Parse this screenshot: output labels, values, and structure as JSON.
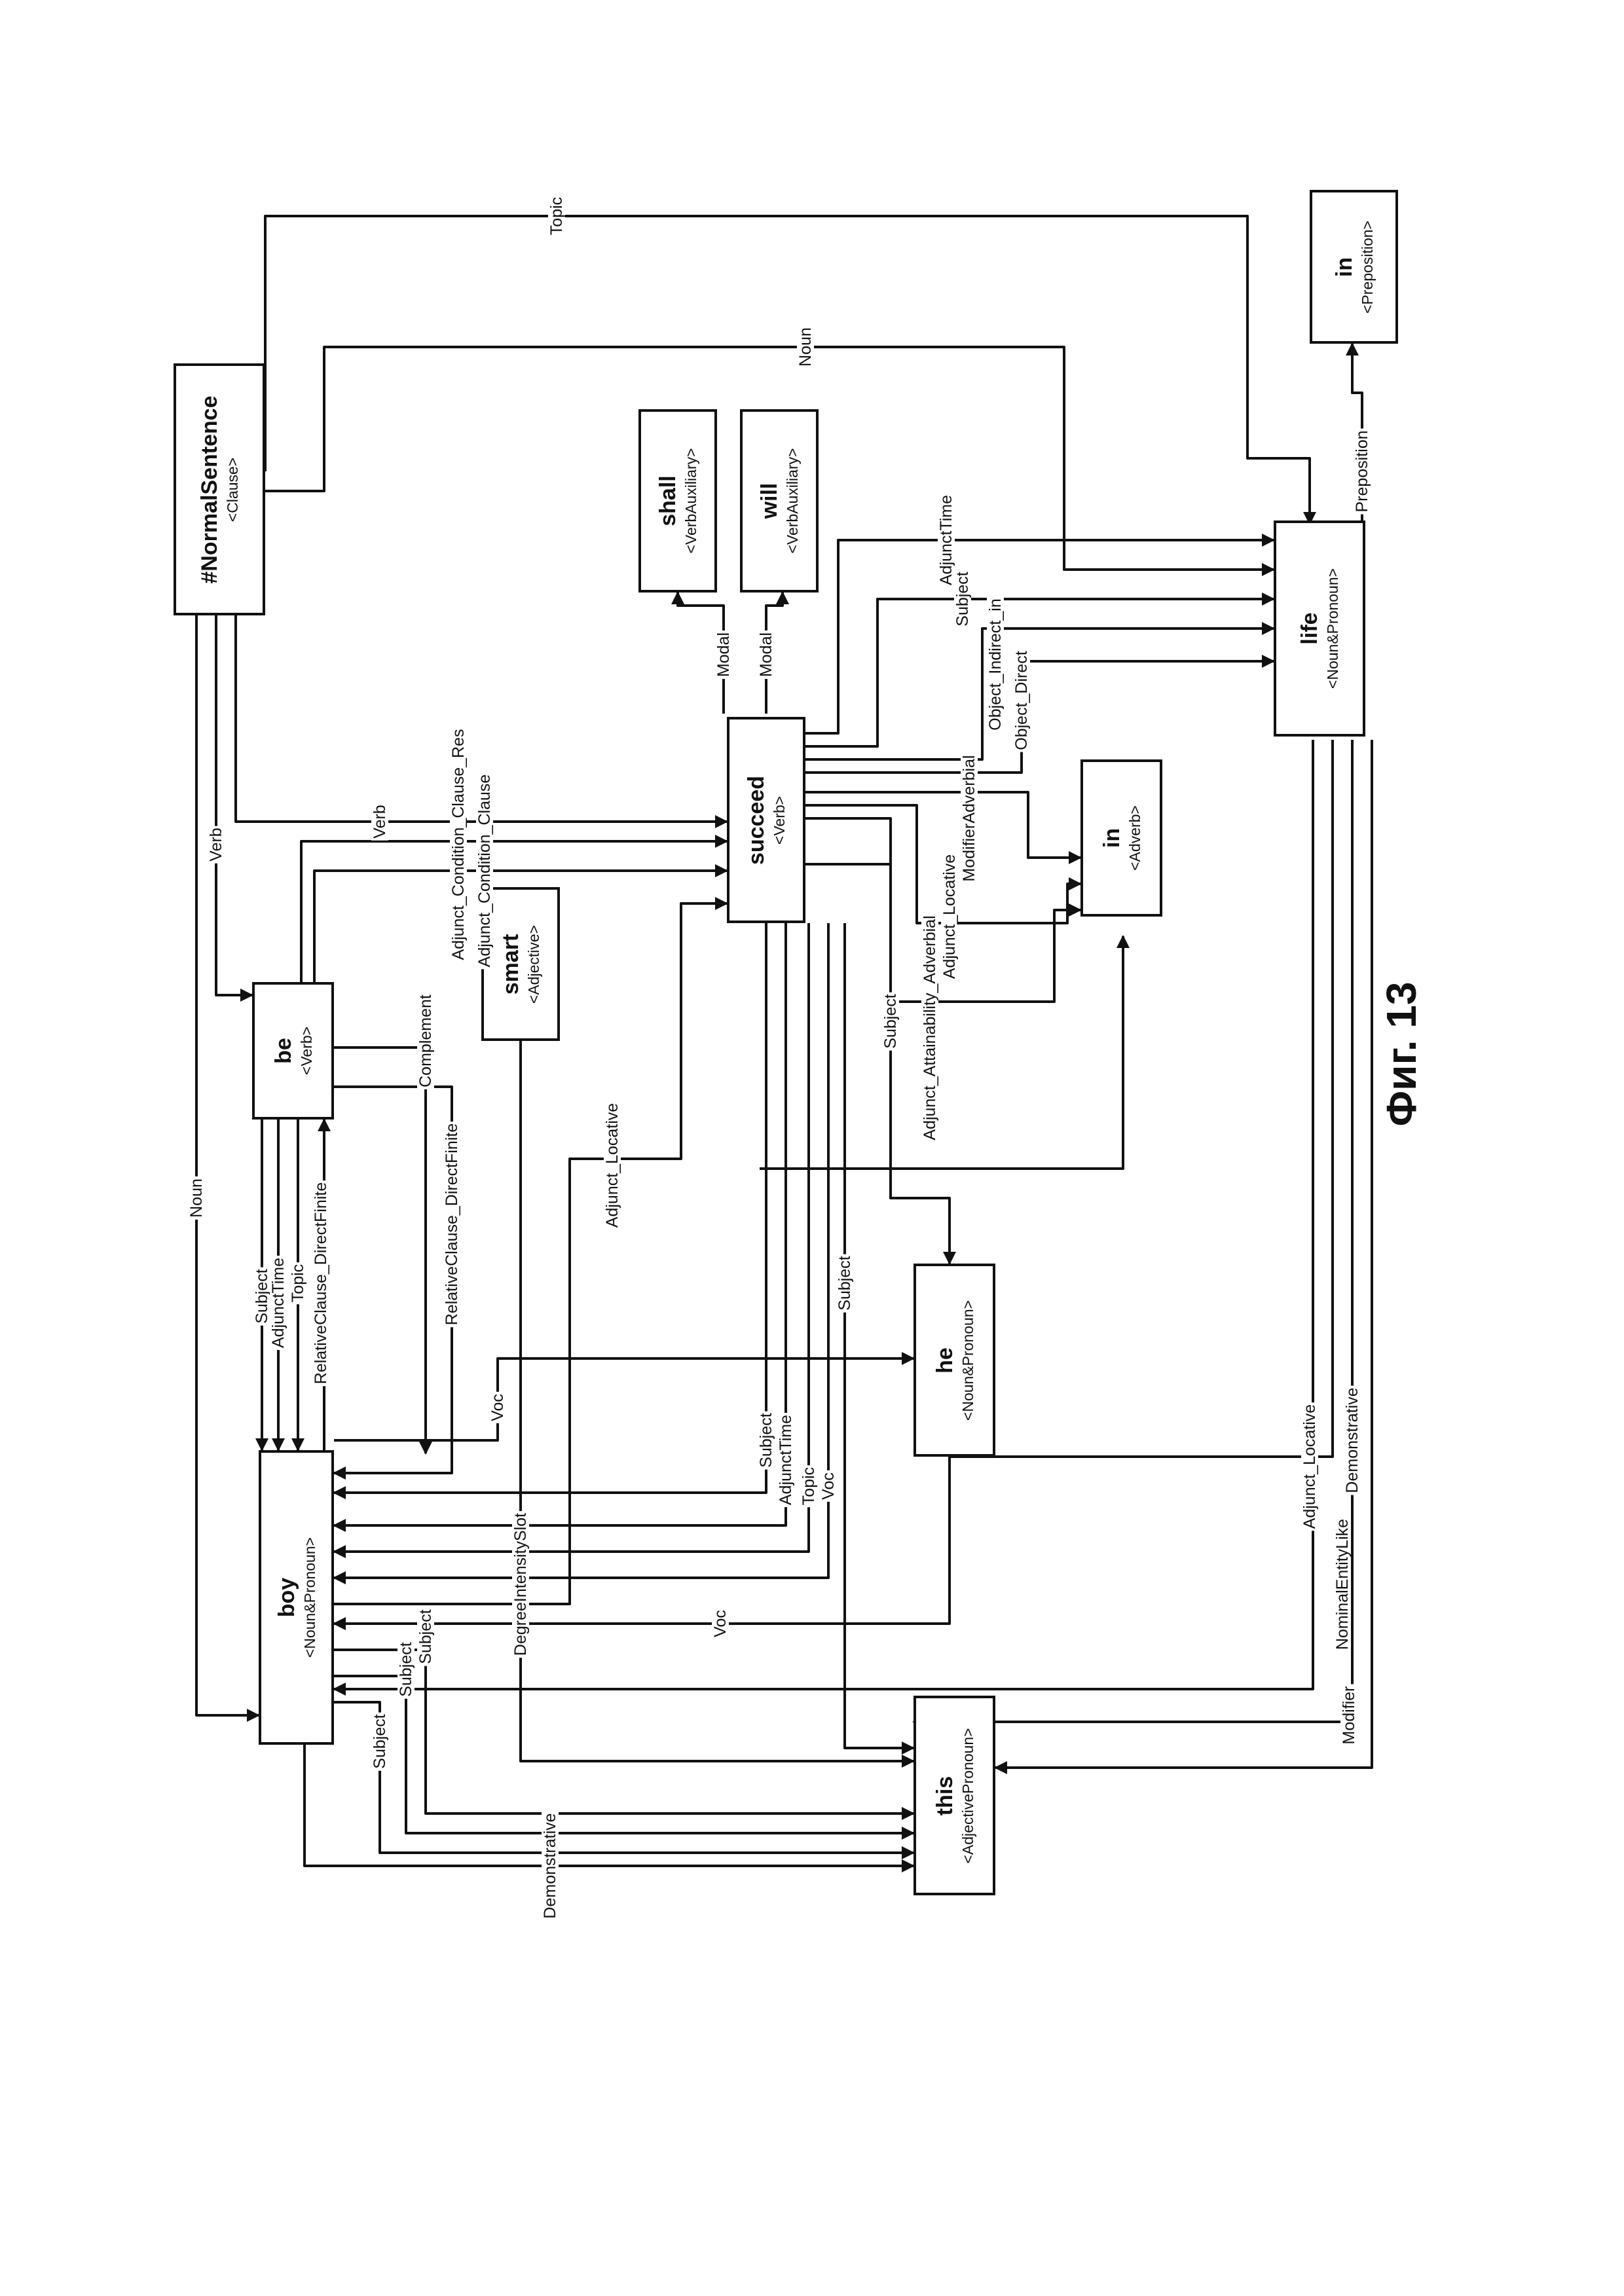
{
  "figure": {
    "caption": "Фиг. 13"
  },
  "nodes": {
    "normal_sentence": {
      "name": "#NormalSentence",
      "type": "<Clause>"
    },
    "be": {
      "name": "be",
      "type": "<Verb>"
    },
    "boy": {
      "name": "boy",
      "type": "<Noun&Pronoun>"
    },
    "smart": {
      "name": "smart",
      "type": "<Adjective>"
    },
    "succeed": {
      "name": "succeed",
      "type": "<Verb>"
    },
    "shall": {
      "name": "shall",
      "type": "<VerbAuxiliary>"
    },
    "will": {
      "name": "will",
      "type": "<VerbAuxiliary>"
    },
    "life": {
      "name": "life",
      "type": "<Noun&Pronoun>"
    },
    "in_preposition": {
      "name": "in",
      "type": "<Preposition>"
    },
    "in_adverb": {
      "name": "in",
      "type": "<Adverb>"
    },
    "he": {
      "name": "he",
      "type": "<Noun&Pronoun>"
    },
    "this": {
      "name": "this",
      "type": "<AdjectivePronoun>"
    }
  },
  "edge_labels": {
    "topic_top": "Topic",
    "noun_top": "Noun",
    "verb_left": "Verb",
    "noun_left": "Noun",
    "verb_mid": "Verb",
    "adj_cond_res": "Adjunct_Condition_Clause_Res",
    "adj_cond": "Adjunct_Condition_Clause",
    "complement": "Complement",
    "modal_1": "Modal",
    "modal_2": "Modal",
    "adjunct_time_life": "AdjunctTime",
    "subject_life": "Subject",
    "object_indirect_in": "Object_Indirect_in",
    "object_direct": "Object_Direct",
    "modifier_adverbial": "ModifierAdverbial",
    "adjunct_locative_in": "Adjunct_Locative",
    "adjunct_attainability": "Adjunct_Attainability_Adverbial",
    "subject_succeed_he": "Subject",
    "preposition": "Preposition",
    "subject_be": "Subject",
    "adjunct_time_be": "AdjunctTime",
    "topic_be": "Topic",
    "relclause_be": "RelativeClause_DirectFinite",
    "relclause_mid": "RelativeClause_DirectFinite",
    "adjunct_locative_mid": "Adjunct_Locative",
    "voc_he": "Voc",
    "subject_lower": "Subject",
    "subject_succ_boy": "Subject",
    "adjunct_time_succ_boy": "AdjunctTime",
    "topic_succ_boy": "Topic",
    "voc_succ_boy": "Voc",
    "voc_low": "Voc",
    "degree_intensity": "DegreeIntensitySlot",
    "subject_boy_1": "Subject",
    "subject_boy_2": "Subject",
    "subject_boy_3": "Subject",
    "demonstrative_boy": "Demonstrative",
    "adjunct_locative_life": "Adjunct_Locative",
    "demonstrative_life": "Demonstrative",
    "nominal_entity_like": "NominalEntityLike",
    "modifier_life": "Modifier"
  }
}
